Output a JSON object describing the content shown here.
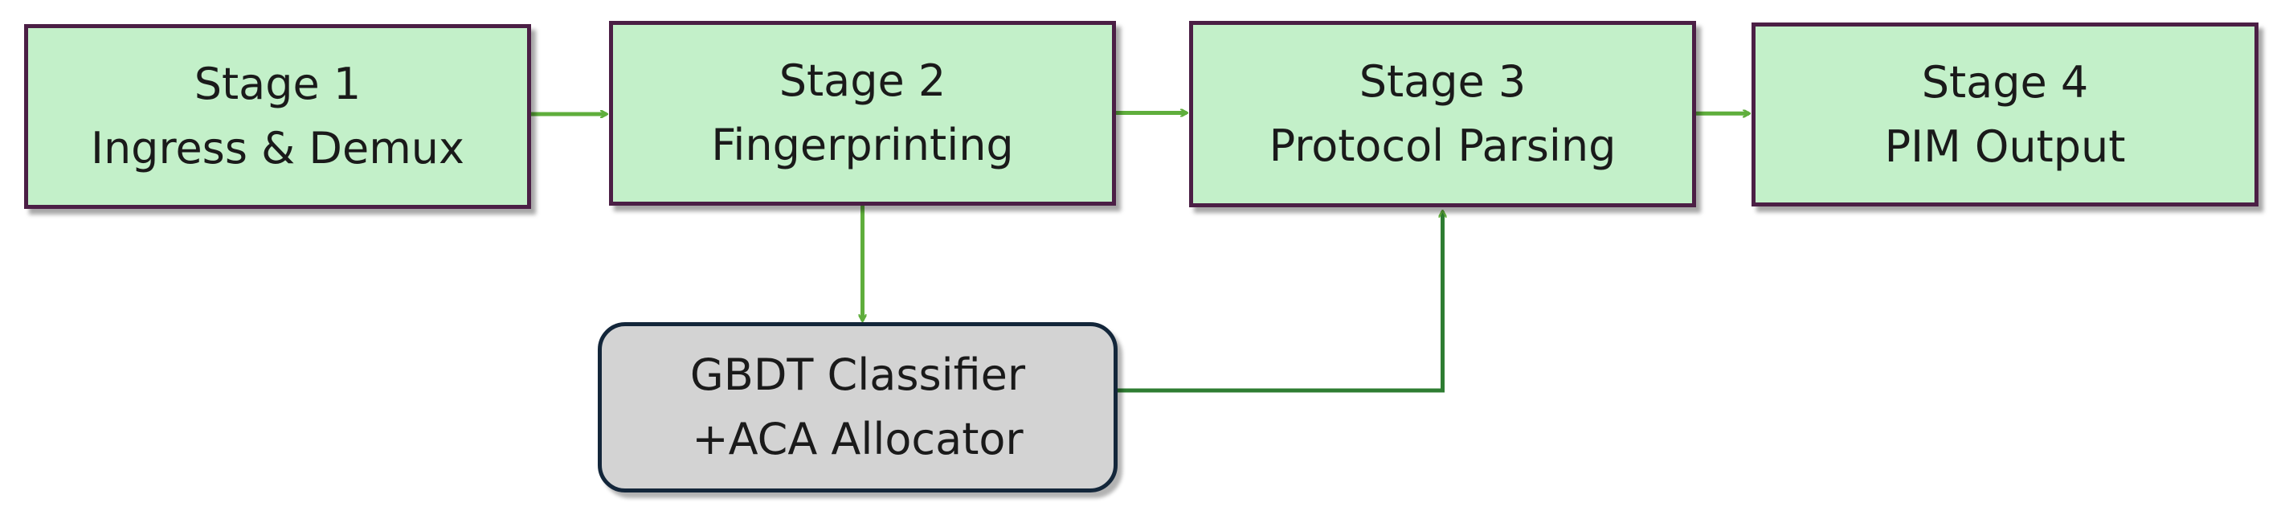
{
  "nodes": {
    "stage1": {
      "line1": "Stage 1",
      "line2": "Ingress & Demux"
    },
    "stage2": {
      "line1": "Stage 2",
      "line2": "Fingerprinting"
    },
    "stage3": {
      "line1": "Stage 3",
      "line2": "Protocol Parsing"
    },
    "stage4": {
      "line1": "Stage 4",
      "line2": "PIM Output"
    },
    "classifier": {
      "line1": "GBDT Classifier",
      "line2": "+ACA Allocator"
    }
  },
  "edges": [
    {
      "from": "stage1",
      "to": "stage2"
    },
    {
      "from": "stage2",
      "to": "stage3"
    },
    {
      "from": "stage3",
      "to": "stage4"
    },
    {
      "from": "stage2",
      "to": "classifier"
    },
    {
      "from": "classifier",
      "to": "stage3"
    }
  ],
  "colors": {
    "stage_fill": "#c3f0c9",
    "stage_border": "#4b1f45",
    "classifier_fill": "#d3d3d3",
    "classifier_border": "#13263a",
    "arrow": "#5fae3c",
    "feedback_line": "#2e7d32"
  }
}
